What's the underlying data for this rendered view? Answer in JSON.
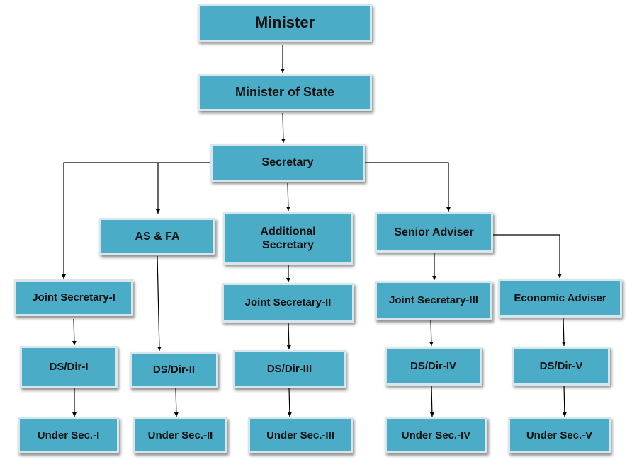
{
  "org_chart": {
    "minister": "Minister",
    "minister_of_state": "Minister of State",
    "secretary": "Secretary",
    "as_fa": "AS & FA",
    "additional_secretary": "Additional Secretary",
    "senior_adviser": "Senior Adviser",
    "joint_secretary_1": "Joint Secretary-I",
    "joint_secretary_2": "Joint Secretary-II",
    "joint_secretary_3": "Joint Secretary-III",
    "economic_adviser": "Economic Adviser",
    "ds_dir_1": "DS/Dir-I",
    "ds_dir_2": "DS/Dir-II",
    "ds_dir_3": "DS/Dir-III",
    "ds_dir_4": "DS/Dir-IV",
    "ds_dir_5": "DS/Dir-V",
    "under_sec_1": "Under Sec.-I",
    "under_sec_2": "Under Sec.-II",
    "under_sec_3": "Under Sec.-III",
    "under_sec_4": "Under Sec.-IV",
    "under_sec_5": "Under Sec.-V"
  },
  "colors": {
    "box_fill": "#4aacc6",
    "box_border": "#d7e6ea",
    "connector": "#000000"
  }
}
